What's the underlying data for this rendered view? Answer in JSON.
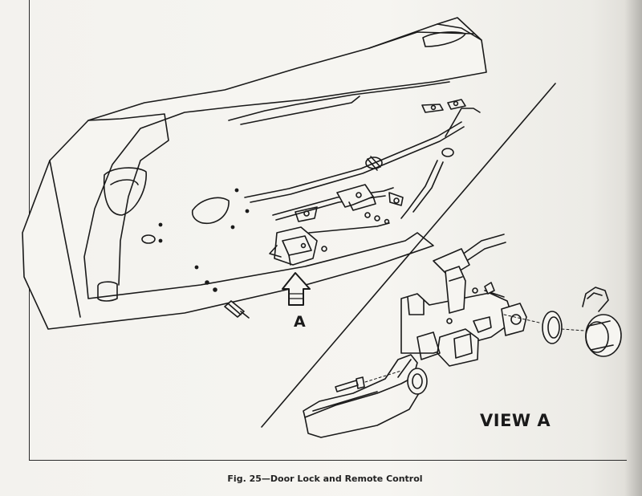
{
  "figure": {
    "callout_label": "A",
    "view_label": "VIEW A",
    "caption": "Fig. 25—Door Lock and Remote Control"
  },
  "colors": {
    "paper": "#f3f2ee",
    "ink": "#1a1a1a"
  }
}
